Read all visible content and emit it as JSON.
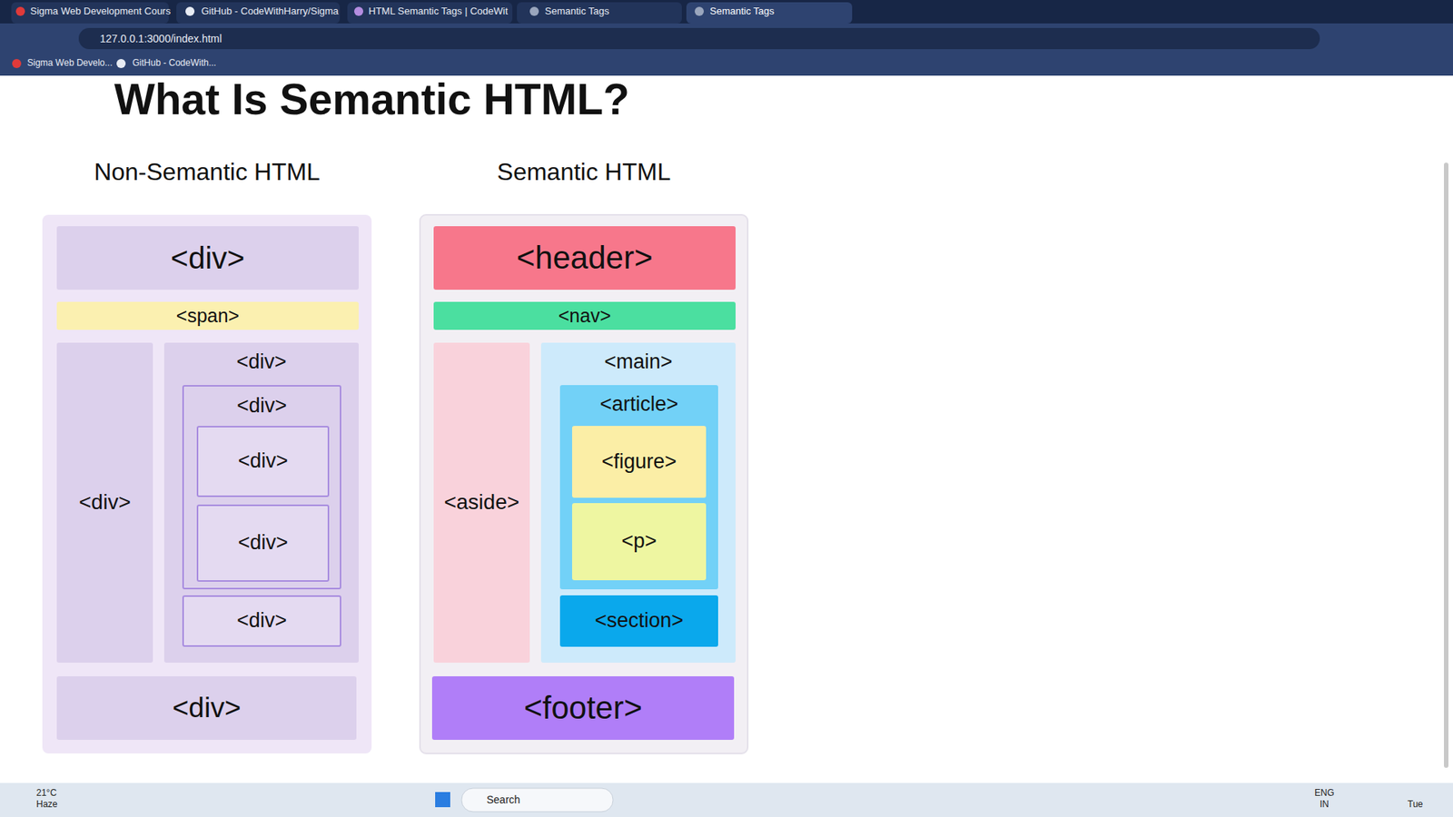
{
  "diagram": {
    "title": "What Is Semantic HTML?",
    "nodes": [
      {
        "text": [
          "Non-Semantic HTML"
        ]
      },
      {
        "text": [
          "<div>"
        ],
        "in": 0
      },
      {
        "text": [
          "<span>"
        ],
        "in": 0
      },
      {
        "text": [
          "<div>"
        ],
        "in": 0
      },
      {
        "text": [
          "<div>"
        ],
        "in": 0
      },
      {
        "text": [
          "<div>"
        ],
        "in": 4
      },
      {
        "text": [
          "<div>"
        ],
        "in": 5
      },
      {
        "text": [
          "<div>"
        ],
        "in": 5
      },
      {
        "text": [
          "<div>"
        ],
        "in": 4
      },
      {
        "text": [
          "<div>"
        ],
        "in": 0
      },
      {
        "text": [
          "Semantic HTML"
        ]
      },
      {
        "text": [
          "<header>"
        ],
        "in": 10
      },
      {
        "text": [
          "<nav>"
        ],
        "in": 10
      },
      {
        "text": [
          "<aside>"
        ],
        "in": 10
      },
      {
        "text": [
          "<main>"
        ],
        "in": 10
      },
      {
        "text": [
          "<article>"
        ],
        "in": 14
      },
      {
        "text": [
          "<figure>"
        ],
        "in": 15
      },
      {
        "text": [
          "<p>"
        ],
        "in": 15
      },
      {
        "text": [
          "<section>"
        ],
        "in": 14
      },
      {
        "text": [
          "<footer>"
        ],
        "in": 10
      }
    ],
    "labels": [
      "Sigma Web Development Cours",
      "GitHub - CodeWithHarry/Sigma",
      "HTML Semantic Tags | CodeWit",
      "Semantic Tags",
      "Semantic Tags",
      "127.0.0.1:3000/index.html",
      "Sigma Web Develo...",
      "GitHub - CodeWith...",
      "21°C",
      "Haze",
      "Search",
      "ENG",
      "IN",
      "Tue"
    ]
  }
}
